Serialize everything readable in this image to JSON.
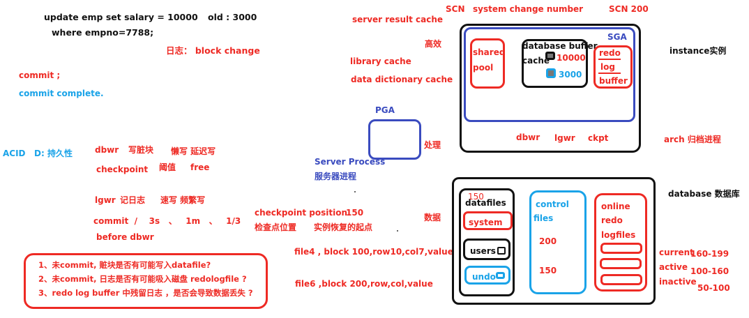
{
  "sql": {
    "line1": "update emp set salary = 10000",
    "old": "old : 3000",
    "line2": "where empno=7788;"
  },
  "log_note": "日志： block change",
  "commit": "commit ;",
  "commit_complete": "commit complete.",
  "acid": {
    "label": "ACID",
    "d": "D:  持久性"
  },
  "dbwr_notes": {
    "dbwr": "dbwr",
    "write_dirty": "写脏块",
    "lazy": "懒写  延迟写",
    "checkpoint": "checkpoint",
    "threshold": "阈值",
    "free": "free"
  },
  "lgwr_notes": {
    "lgwr": "lgwr",
    "record_log": "记日志",
    "fast": "速写 频繁写",
    "commit_rule": "commit  /    3s   、   1m   、   1/3",
    "before_dbwr": "before  dbwr"
  },
  "questions": [
    "1、未commit, 赃块是否有可能写入datafile?",
    "2、未commit, 日志是否有可能吸入磁盘 redologfile ?",
    "3、redo log buffer 中残留日志  ，是否会导致数据丢失 ?"
  ],
  "caches": {
    "server_result": "server result cache",
    "efficient": "高效",
    "library": "library cache",
    "data_dictionary": "data dictionary cache"
  },
  "scn": {
    "label": "SCN",
    "meaning": "system change number",
    "value": "SCN  200"
  },
  "pga": {
    "label": "PGA",
    "process_note": "处理",
    "server_process": "Server Process",
    "server_process_cn": "服务器进程"
  },
  "checkpoint_pos": {
    "label": "checkpoint position",
    "value": "150",
    "cn": "检查点位置",
    "recovery": "实例恢复的起点",
    "data_note": "数据"
  },
  "files": {
    "file4": "file4 ,  block 100,row10,col7,value",
    "file6": "file6 ,block 200,row,col,value"
  },
  "instance": {
    "label": "instance实例",
    "sga": "SGA",
    "shared_pool": [
      "shared",
      "pool"
    ],
    "buffer_cache": [
      "database buffer",
      "cache"
    ],
    "new_value": "10000",
    "old_value": "3000",
    "redo_buffer": [
      "redo",
      "log",
      "buffer"
    ],
    "processes": [
      "dbwr",
      "lgwr",
      "ckpt"
    ],
    "arch": "arch  归档进程"
  },
  "database": {
    "label": "database  数据库",
    "datafiles_scn": "150",
    "datafiles": "datafiles",
    "system": "system",
    "users": "users",
    "undo": "undo",
    "control_files": [
      "control",
      "files"
    ],
    "control_scn_1": "200",
    "control_scn_2": "150",
    "online_redo": [
      "online",
      "redo",
      "logfiles"
    ],
    "log_states": [
      {
        "state": "current",
        "range": "160-199"
      },
      {
        "state": "active",
        "range": "100-160"
      },
      {
        "state": "inactive",
        "range": "50-100"
      }
    ]
  },
  "colors": {
    "red": "#ee2a24",
    "blue": "#1aa3e8",
    "navy": "#3a4bbf",
    "black": "#111111"
  }
}
